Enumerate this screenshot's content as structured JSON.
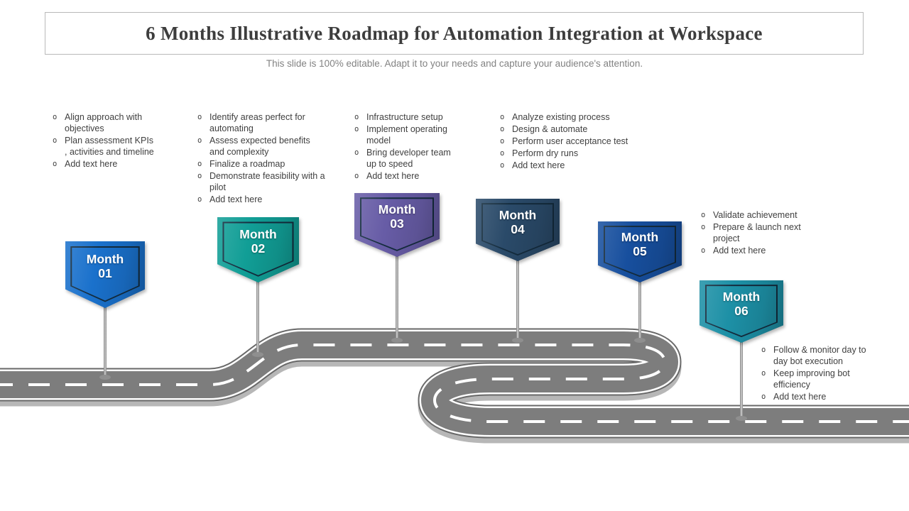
{
  "slide": {
    "title": "6 Months Illustrative Roadmap for Automation Integration at Workspace",
    "subtitle": "This slide is 100% editable. Adapt it to your needs and capture your audience's attention."
  },
  "road": {
    "surface_color": "#7d7d7d",
    "casing_color": "#696969",
    "edge_line_color": "#ffffff",
    "dash_color": "#ffffff",
    "shadow_color": "#b7b7b7"
  },
  "sign_outline_color": "#142c3e",
  "milestones": [
    {
      "month_label": "Month",
      "month_number": "01",
      "color": "#1a71cc",
      "bullets": [
        "Align approach with objectives",
        "Plan assessment KPIs , activities and timeline",
        "Add text here"
      ]
    },
    {
      "month_label": "Month",
      "month_number": "02",
      "color": "#119e96",
      "bullets": [
        "Identify areas perfect for automating",
        "Assess expected benefits and complexity",
        "Finalize a roadmap",
        "Demonstrate feasibility with a pilot",
        "Add text here"
      ]
    },
    {
      "month_label": "Month",
      "month_number": "03",
      "color": "#675ca6",
      "bullets": [
        "Infrastructure setup",
        "Implement operating model",
        "Bring developer team up to speed",
        "Add text here"
      ]
    },
    {
      "month_label": "Month",
      "month_number": "04",
      "color": "#2a4a69",
      "bullets": [
        "Analyze existing process",
        "Design & automate",
        "Perform user acceptance test",
        "Perform dry runs",
        "Add text here"
      ]
    },
    {
      "month_label": "Month",
      "month_number": "05",
      "color": "#174f9e",
      "bullets": [
        "Validate achievement",
        "Prepare & launch next project",
        "Add text here"
      ]
    },
    {
      "month_label": "Month",
      "month_number": "06",
      "color": "#1d90a6",
      "bullets": [
        "Follow & monitor day to day bot execution",
        "Keep improving bot efficiency",
        "Add text here"
      ]
    }
  ]
}
